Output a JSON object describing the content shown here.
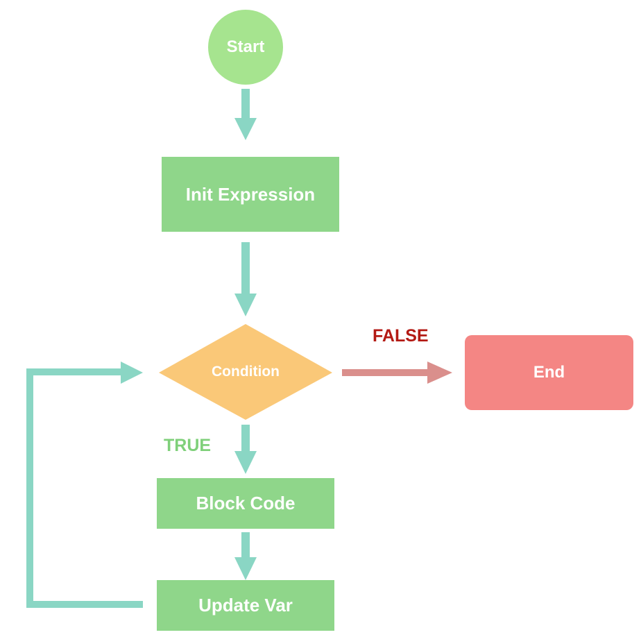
{
  "nodes": {
    "start": "Start",
    "init": "Init Expression",
    "condition": "Condition",
    "block": "Block Code",
    "update": "Update Var",
    "end": "End"
  },
  "edges": {
    "false_label": "FALSE",
    "true_label": "TRUE"
  },
  "colors": {
    "start": "#a6e48f",
    "process": "#8fd68a",
    "decision": "#fac878",
    "end": "#f48684",
    "arrow": "#8ad6c4",
    "false_arrow": "#da8f8c",
    "false_text": "#b31a14",
    "true_text": "#7fd07a"
  }
}
